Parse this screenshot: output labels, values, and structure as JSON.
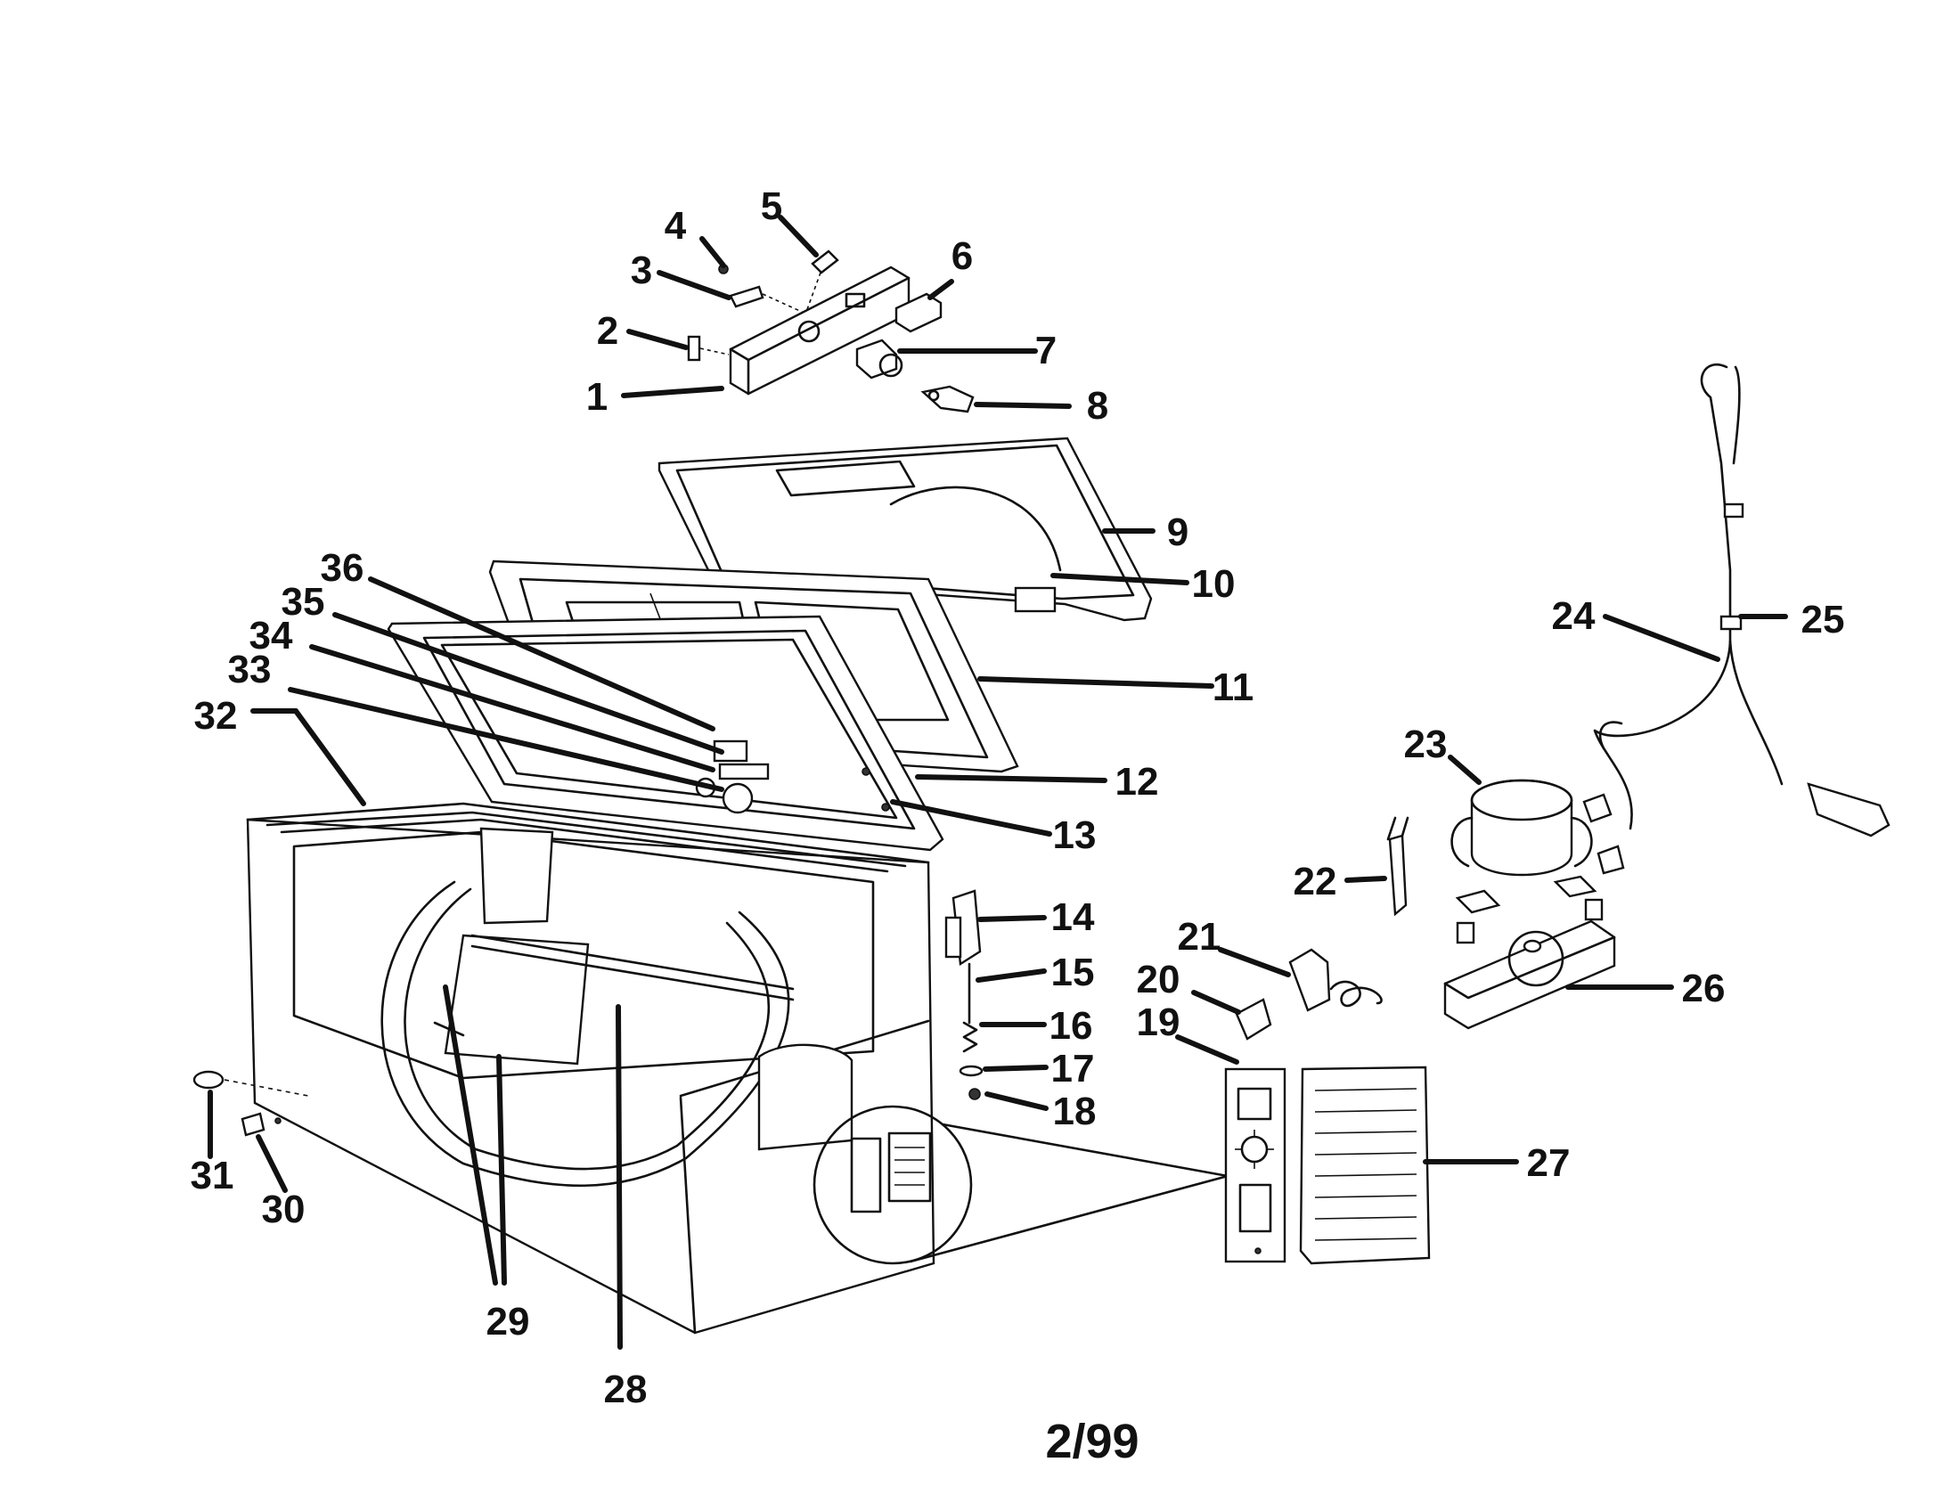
{
  "callouts": [
    "1",
    "2",
    "3",
    "4",
    "5",
    "6",
    "7",
    "8",
    "9",
    "10",
    "11",
    "12",
    "13",
    "14",
    "15",
    "16",
    "17",
    "18",
    "19",
    "20",
    "21",
    "22",
    "23",
    "24",
    "25",
    "26",
    "27",
    "28",
    "29",
    "30",
    "31",
    "32",
    "33",
    "34",
    "35",
    "36"
  ],
  "footer": {
    "page_code": "2/99"
  }
}
